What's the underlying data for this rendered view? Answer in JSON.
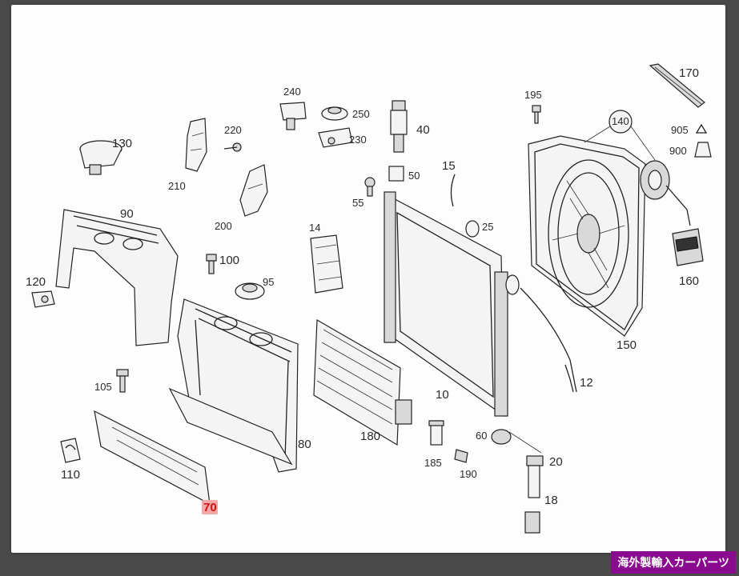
{
  "diagram": {
    "callouts": [
      {
        "id": "170",
        "text": "170"
      },
      {
        "id": "195",
        "text": "195"
      },
      {
        "id": "140",
        "text": "140"
      },
      {
        "id": "905",
        "text": "905"
      },
      {
        "id": "900",
        "text": "900"
      },
      {
        "id": "240",
        "text": "240"
      },
      {
        "id": "250",
        "text": "250"
      },
      {
        "id": "230",
        "text": "230"
      },
      {
        "id": "40",
        "text": "40"
      },
      {
        "id": "220",
        "text": "220"
      },
      {
        "id": "130",
        "text": "130"
      },
      {
        "id": "210",
        "text": "210"
      },
      {
        "id": "15",
        "text": "15"
      },
      {
        "id": "50",
        "text": "50"
      },
      {
        "id": "55",
        "text": "55"
      },
      {
        "id": "25",
        "text": "25"
      },
      {
        "id": "200",
        "text": "200"
      },
      {
        "id": "90",
        "text": "90"
      },
      {
        "id": "14",
        "text": "14"
      },
      {
        "id": "160",
        "text": "160"
      },
      {
        "id": "100",
        "text": "100"
      },
      {
        "id": "120",
        "text": "120"
      },
      {
        "id": "95",
        "text": "95"
      },
      {
        "id": "150",
        "text": "150"
      },
      {
        "id": "12",
        "text": "12"
      },
      {
        "id": "105",
        "text": "105"
      },
      {
        "id": "10",
        "text": "10"
      },
      {
        "id": "180",
        "text": "180"
      },
      {
        "id": "60",
        "text": "60"
      },
      {
        "id": "80",
        "text": "80"
      },
      {
        "id": "110",
        "text": "110"
      },
      {
        "id": "20",
        "text": "20"
      },
      {
        "id": "185",
        "text": "185"
      },
      {
        "id": "190",
        "text": "190"
      },
      {
        "id": "18",
        "text": "18"
      },
      {
        "id": "70",
        "text": "70",
        "highlighted": true
      }
    ]
  },
  "watermark": {
    "text": "海外製輸入カーパーツ",
    "bg_color": "#8a0a8f",
    "text_color": "#ffffff"
  },
  "colors": {
    "highlight": "#d01515"
  }
}
